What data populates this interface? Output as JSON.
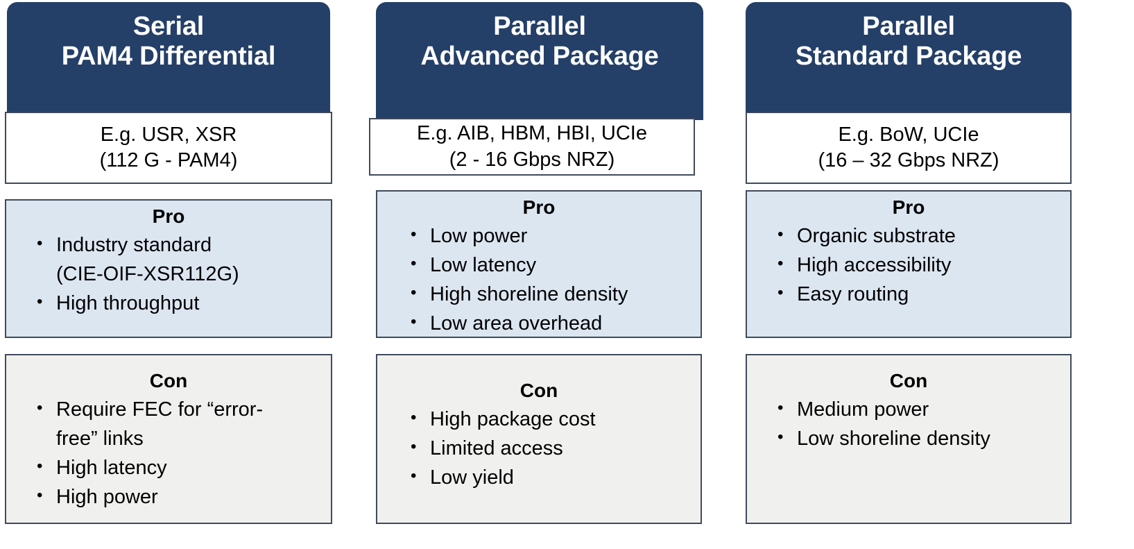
{
  "theme": {
    "header_navy": "#243F68",
    "pro_fill": "#DCE6F1",
    "con_fill": "#F0F0EE",
    "border": "#404A5C",
    "header_text": "#FFFFFF",
    "body_text": "#000000"
  },
  "columns": [
    {
      "id": "serial-pam4-differential",
      "header": {
        "line1": "Serial",
        "line2": "PAM4 Differential"
      },
      "example": {
        "line1": "E.g. USR, XSR",
        "line2": "(112 G - PAM4)"
      },
      "pro": {
        "title": "Pro",
        "items": [
          "Industry standard",
          "(CIE-OIF-XSR112G)",
          "High throughput"
        ]
      },
      "con": {
        "title": "Con",
        "items": [
          "Require FEC for “error-",
          "free” links",
          "High latency",
          "High power"
        ]
      }
    },
    {
      "id": "parallel-advanced-package",
      "header": {
        "line1": "Parallel",
        "line2": "Advanced Package"
      },
      "example": {
        "line1": "E.g. AIB, HBM, HBI, UCIe",
        "line2": "(2 - 16 Gbps NRZ)"
      },
      "pro": {
        "title": "Pro",
        "items": [
          "Low power",
          "Low latency",
          "High shoreline density",
          "Low area overhead"
        ]
      },
      "con": {
        "title": "Con",
        "items": [
          "High package cost",
          "Limited access",
          "Low yield"
        ]
      }
    },
    {
      "id": "parallel-standard-package",
      "header": {
        "line1": "Parallel",
        "line2": "Standard Package"
      },
      "example": {
        "line1": "E.g. BoW, UCIe",
        "line2": "(16 – 32 Gbps NRZ)"
      },
      "pro": {
        "title": "Pro",
        "items": [
          "Organic substrate",
          "High accessibility",
          "Easy routing"
        ]
      },
      "con": {
        "title": "Con",
        "items": [
          "Medium power",
          "Low shoreline density"
        ]
      }
    }
  ]
}
